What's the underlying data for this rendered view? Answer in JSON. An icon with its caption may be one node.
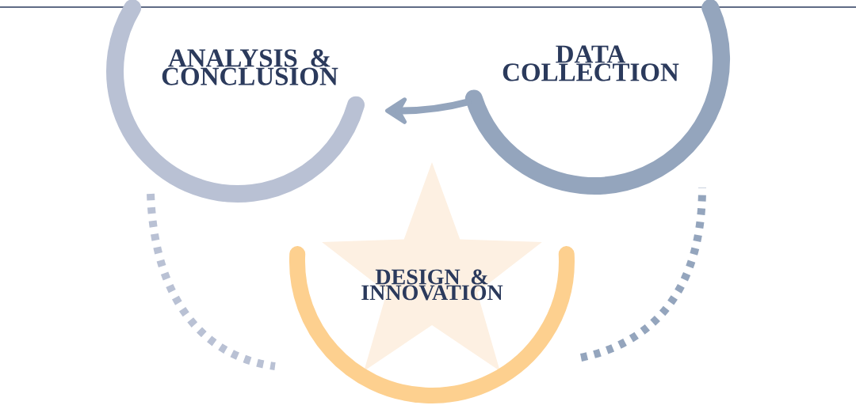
{
  "diagram": {
    "nodes": [
      {
        "text": [
          "ANALYSIS & CONCLUSION"
        ]
      },
      {
        "text": [
          "DATA COLLECTION"
        ]
      },
      {
        "text": [
          "DESIGN & INNOVATION"
        ]
      }
    ],
    "edges": [
      {
        "from": 1,
        "to": 0,
        "arrow": "to"
      },
      {
        "from": 0,
        "to": 2,
        "arrow": "none",
        "style": "dashed",
        "color": "#b9c1d4"
      },
      {
        "from": 2,
        "to": 1,
        "arrow": "none",
        "style": "dashed"
      }
    ]
  }
}
